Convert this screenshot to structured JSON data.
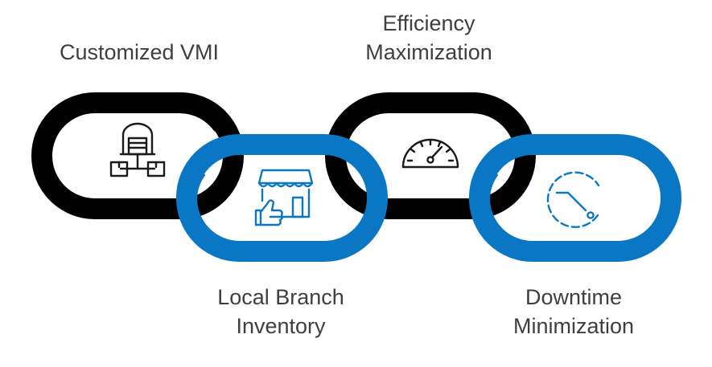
{
  "links": [
    {
      "line1": "Customized VMI",
      "line2": "",
      "icon": "warehouse-network-icon",
      "color": "#000000"
    },
    {
      "line1": "Local Branch",
      "line2": "Inventory",
      "icon": "store-thumbs-up-icon",
      "color": "#0a77c4"
    },
    {
      "line1": "Efficiency",
      "line2": "Maximization",
      "icon": "speedometer-icon",
      "color": "#000000"
    },
    {
      "line1": "Downtime",
      "line2": "Minimization",
      "icon": "dashed-clock-icon",
      "color": "#0a77c4"
    }
  ],
  "colors": {
    "dark_link": "#000000",
    "blue_link": "#0a77c4",
    "icon_dark": "#1a1a1a",
    "icon_blue": "#0a77c4",
    "text": "#3f3f3f"
  }
}
